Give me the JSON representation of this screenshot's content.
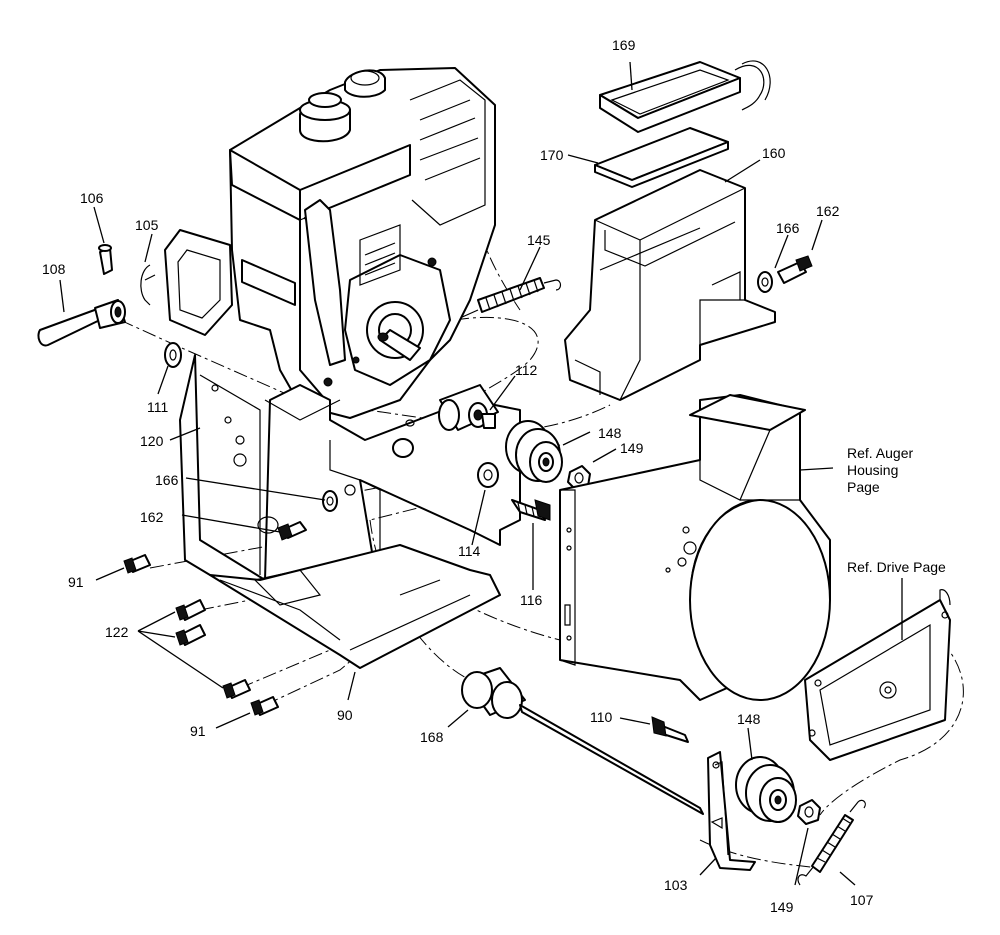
{
  "callouts": {
    "c169": "169",
    "c170": "170",
    "c160": "160",
    "c162a": "162",
    "c166a": "166",
    "c145": "145",
    "c106": "106",
    "c105": "105",
    "c108": "108",
    "c111": "111",
    "c120": "120",
    "c112": "112",
    "c148a": "148",
    "c149a": "149",
    "c166b": "166",
    "c162b": "162",
    "c91a": "91",
    "c114": "114",
    "c116": "116",
    "c122": "122",
    "c91b": "91",
    "c90": "90",
    "c168": "168",
    "c110": "110",
    "c148b": "148",
    "c103": "103",
    "c149b": "149",
    "c107": "107"
  },
  "references": {
    "auger_line1": "Ref. Auger",
    "auger_line2": "Housing",
    "auger_line3": "Page",
    "drive": "Ref. Drive Page"
  }
}
